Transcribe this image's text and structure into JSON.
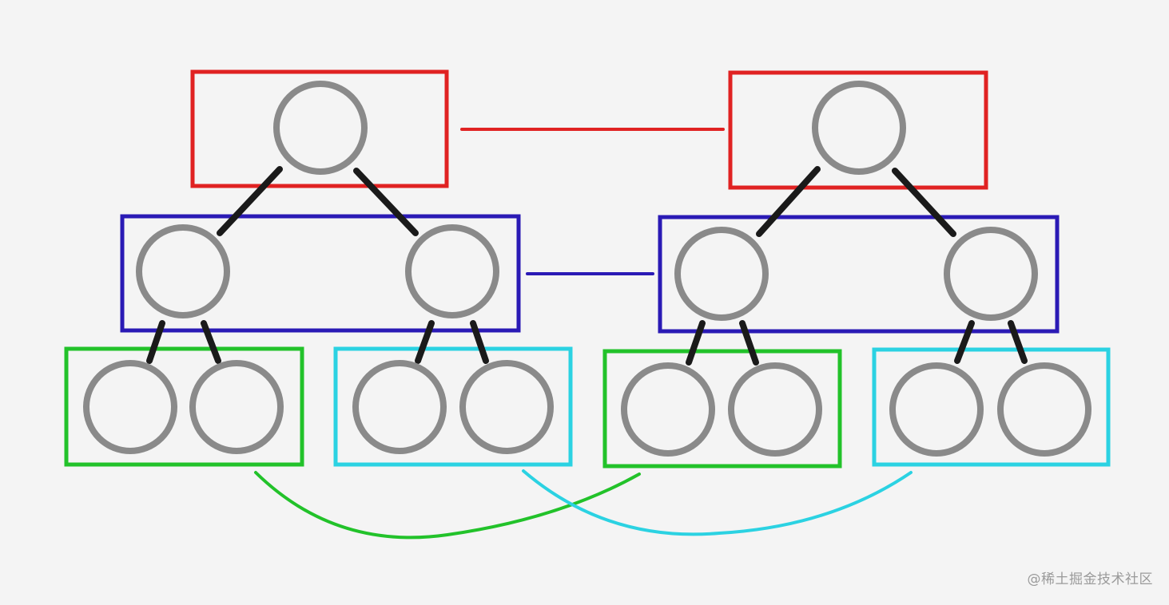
{
  "colors": {
    "background": "#f4f4f4",
    "node": "#8a8a8a",
    "edge": "#1a1a1a",
    "level_root": "#e02222",
    "level_mid": "#2a1ab5",
    "group_green": "#22c22a",
    "group_cyan": "#2bd2e2"
  },
  "trees": [
    "left-tree",
    "right-tree"
  ],
  "watermark": "@稀土掘金技术社区"
}
